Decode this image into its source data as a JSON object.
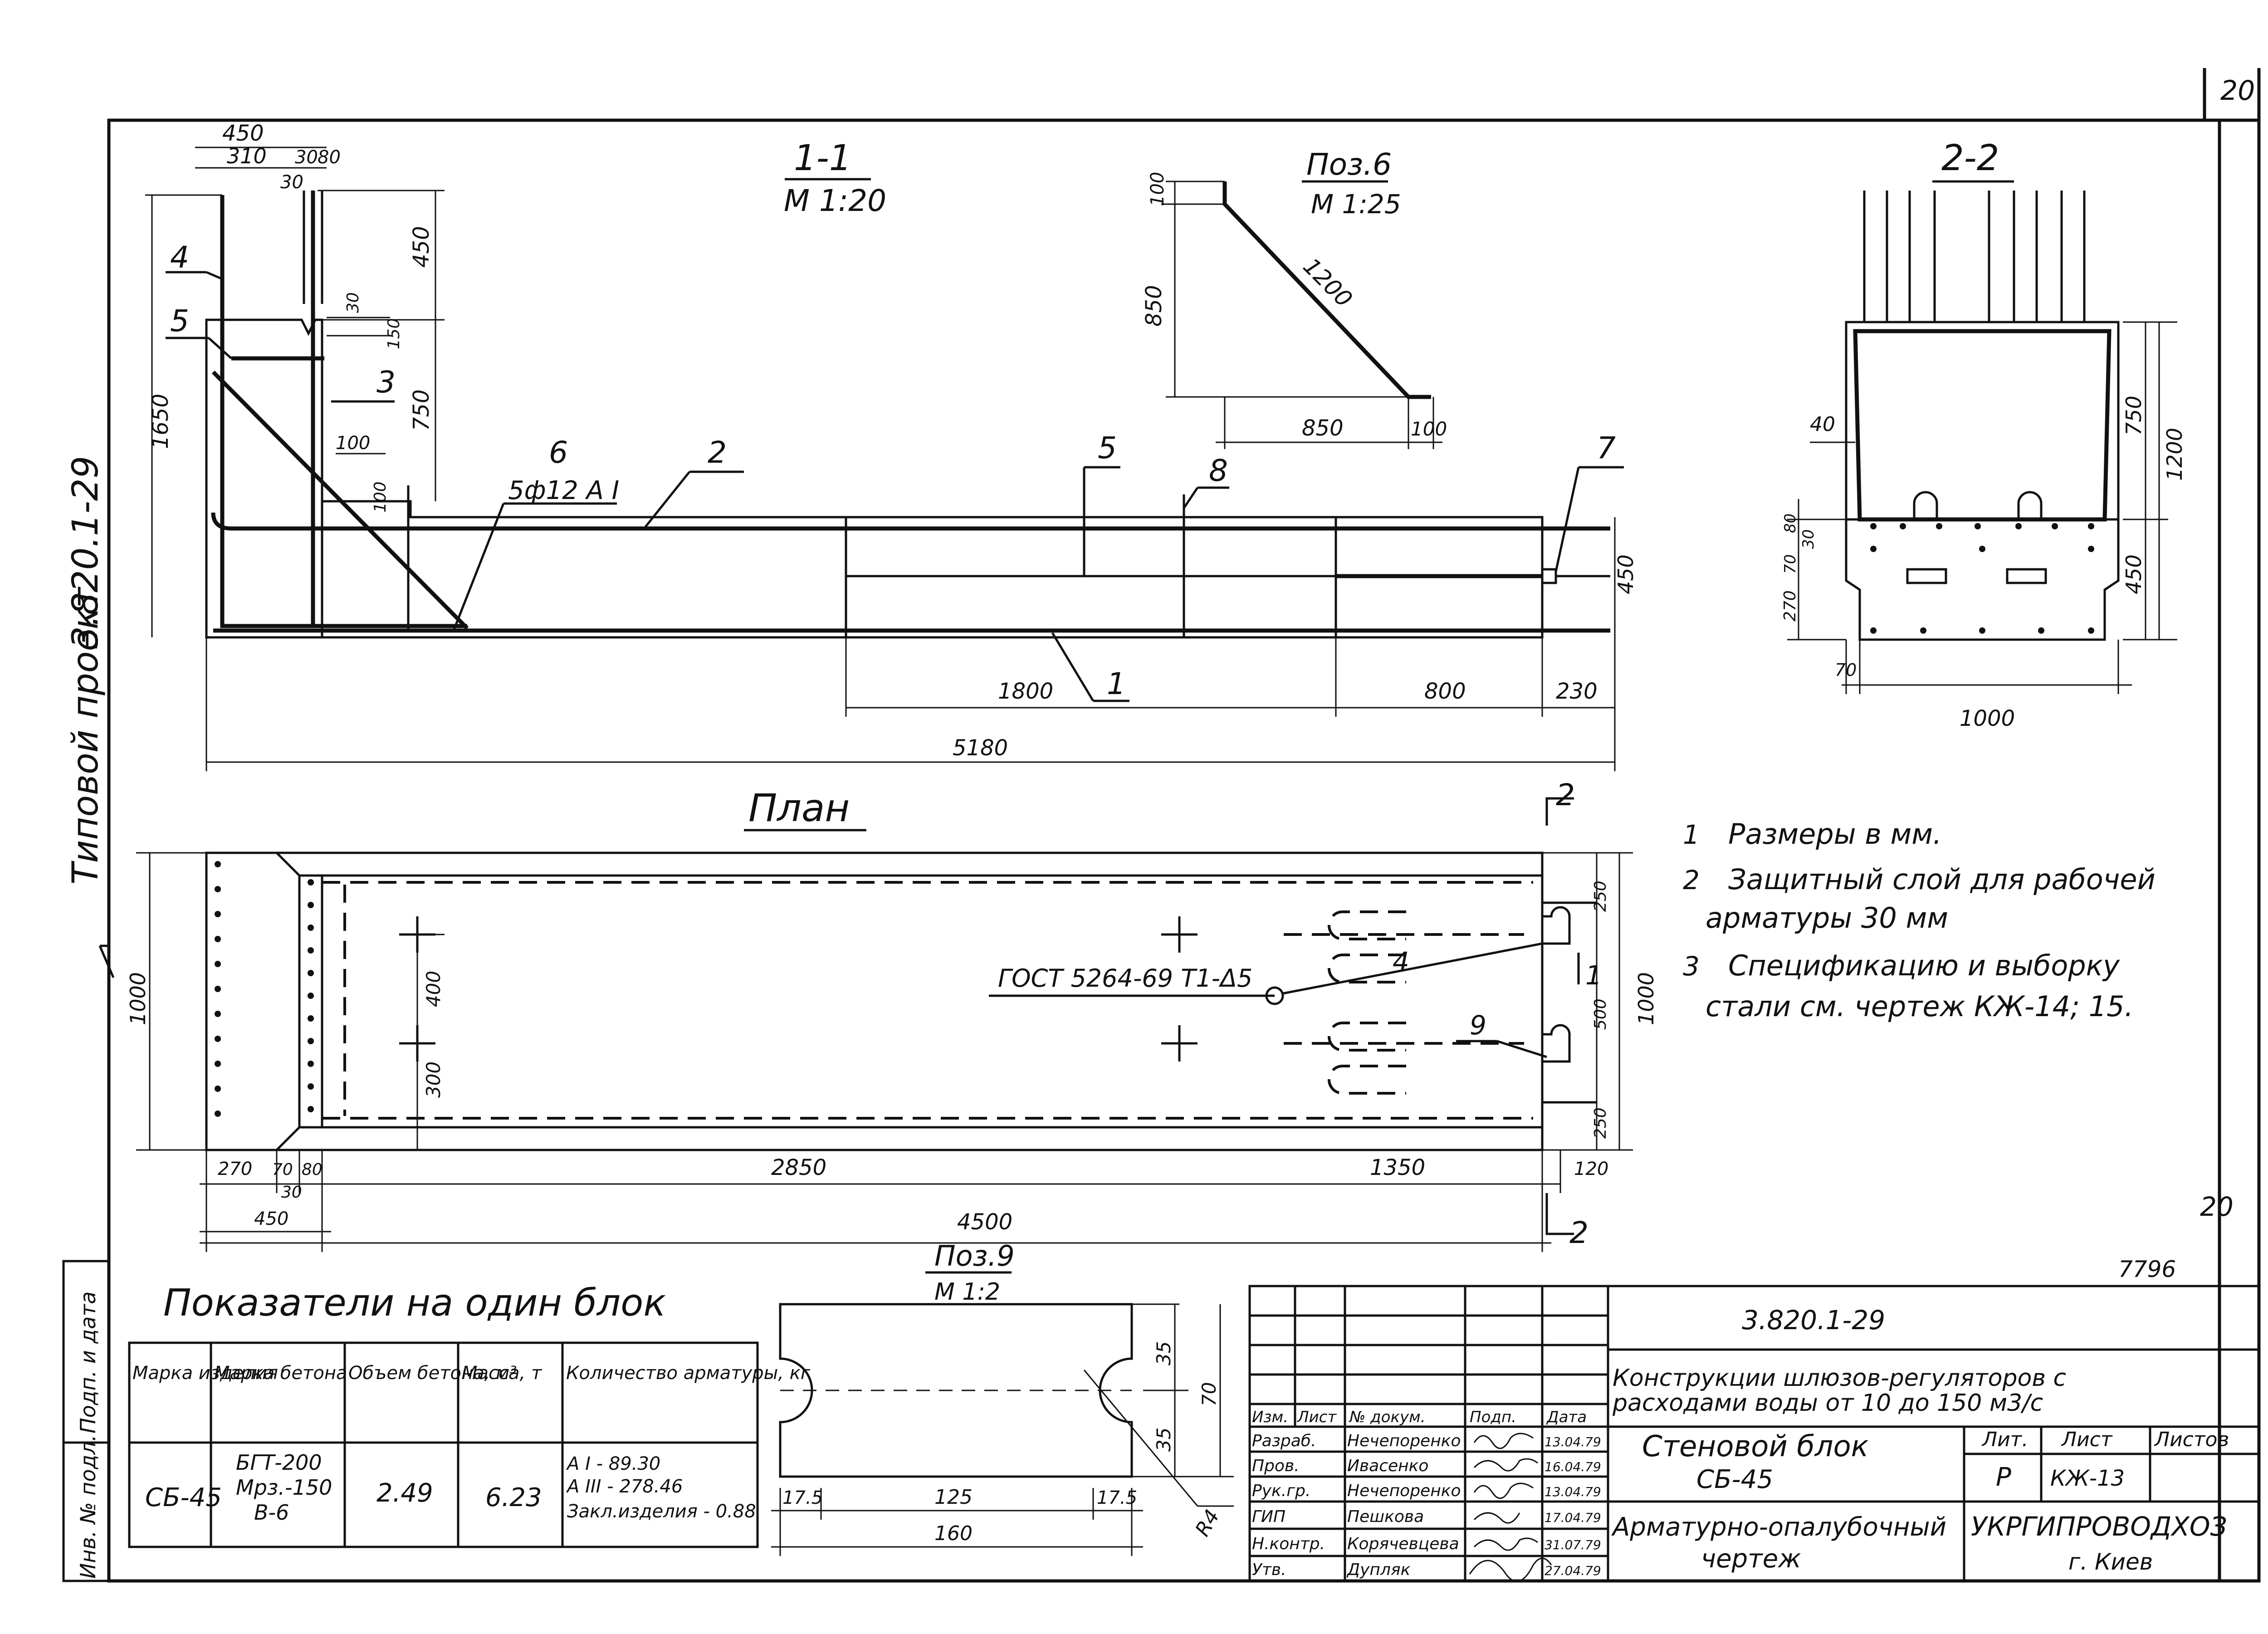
{
  "sheet": {
    "page_number": "20",
    "vertical_title_prefix": "Типовой проект",
    "vertical_title_code": "3.820.1-29",
    "corner_mark": "20",
    "archive_number": "7796"
  },
  "section_1_1": {
    "title": "1-1",
    "scale": "М 1:20",
    "dims": {
      "d450_top": "450",
      "d310": "310",
      "d30_30": "30",
      "d80": "80",
      "d30": "30",
      "d450_v": "450",
      "d30_small": "30",
      "d150": "150",
      "d750": "750",
      "d1650": "1650",
      "d100": "100",
      "d100b": "100",
      "d450_r": "450",
      "d1800": "1800",
      "d800": "800",
      "d230": "230",
      "d5180": "5180"
    },
    "callouts": {
      "c4": "4",
      "c5": "5",
      "c3": "3",
      "c6": "6",
      "c6_spec": "5ф12 А I",
      "c2": "2",
      "c5b": "5",
      "c8": "8",
      "c7": "7",
      "c1": "1"
    }
  },
  "pos6": {
    "title": "Поз.6",
    "scale": "М 1:25",
    "dims": {
      "d100_top": "100",
      "d850_v": "850",
      "d1200": "1200",
      "d850_h": "850",
      "d100_r": "100"
    }
  },
  "section_2_2": {
    "title": "2-2",
    "dims": {
      "d40": "40",
      "d750": "750",
      "d1200": "1200",
      "d450": "450",
      "d80": "80",
      "d30": "30",
      "d70": "70",
      "d270": "270",
      "d70b": "70",
      "d1000": "1000"
    }
  },
  "plan": {
    "title": "План",
    "section_mark": "2",
    "gost_label": "ГОСТ 5264-69 Т1-Δ5",
    "callouts": {
      "c4": "4",
      "c9": "9",
      "c1": "1"
    },
    "dims": {
      "d1000_l": "1000",
      "d400": "400",
      "d300": "300",
      "d250_a": "250",
      "d500": "500",
      "d250_b": "250",
      "d1000_r": "1000",
      "d270": "270",
      "d70": "70",
      "d80": "80",
      "d30": "30",
      "d450": "450",
      "d2850": "2850",
      "d1350": "1350",
      "d120": "120",
      "d4500": "4500"
    }
  },
  "notes": [
    {
      "num": "1",
      "text": "Размеры в мм."
    },
    {
      "num": "2",
      "text": "Защитный слой для рабочей"
    },
    {
      "num": "",
      "text": "арматуры 30 мм"
    },
    {
      "num": "3",
      "text": "Спецификацию и выборку"
    },
    {
      "num": "",
      "text": "стали см. чертеж КЖ-14; 15."
    }
  ],
  "indicators": {
    "title": "Показатели на один блок",
    "headers": [
      "Марка изделия",
      "Марка бетона",
      "Объем бетона, м³",
      "Масса, т",
      "Количество арматуры, кг"
    ],
    "row": {
      "mark": "СБ-45",
      "concrete": [
        "БГТ-200",
        "Мрз.-150",
        "В-6"
      ],
      "volume": "2.49",
      "mass": "6.23",
      "rebar": [
        "А I - 89.30",
        "А III - 278.46",
        "Закл.изделия - 0.88"
      ]
    }
  },
  "pos9": {
    "title": "Поз.9",
    "scale": "М 1:2",
    "dims": {
      "d35_a": "35",
      "d70": "70",
      "d35_b": "35",
      "d17_5a": "17.5",
      "d125": "125",
      "d17_5b": "17.5",
      "d160": "160",
      "r4": "R4"
    }
  },
  "title_block": {
    "code": "3.820.1-29",
    "project_line1": "Конструкции шлюзов-регуляторов с",
    "project_line2": "расходами воды от 10 до 150 м3/с",
    "col_headers": [
      "Изм.",
      "Лист",
      "№ докум.",
      "Подп.",
      "Дата"
    ],
    "staff": [
      {
        "role": "Разраб.",
        "name": "Нечепоренко",
        "date": "13.04.79"
      },
      {
        "role": "Пров.",
        "name": "Ивасенко",
        "date": "16.04.79"
      },
      {
        "role": "Рук.гр.",
        "name": "Нечепоренко",
        "date": "13.04.79"
      },
      {
        "role": "ГИП",
        "name": "Пешкова",
        "date": "17.04.79"
      },
      {
        "role": "Н.контр.",
        "name": "Корячевцева",
        "date": "31.07.79"
      },
      {
        "role": "Утв.",
        "name": "Дупляк",
        "date": "27.04.79"
      }
    ],
    "item_name": "Стеновой блок",
    "item_mark": "СБ-45",
    "stage_hdr": "Лит.",
    "sheet_hdr": "Лист",
    "sheets_hdr": "Листов",
    "stage": "Р",
    "sheet": "КЖ-13",
    "sheets": "",
    "drawing_type_line1": "Арматурно-опалубочный",
    "drawing_type_line2": "чертеж",
    "org": "УКРГИПРОВОДХОЗ",
    "city": "г. Киев"
  },
  "side_stamp": {
    "cells": [
      "Подп. и дата",
      "Инв. № подл."
    ]
  }
}
